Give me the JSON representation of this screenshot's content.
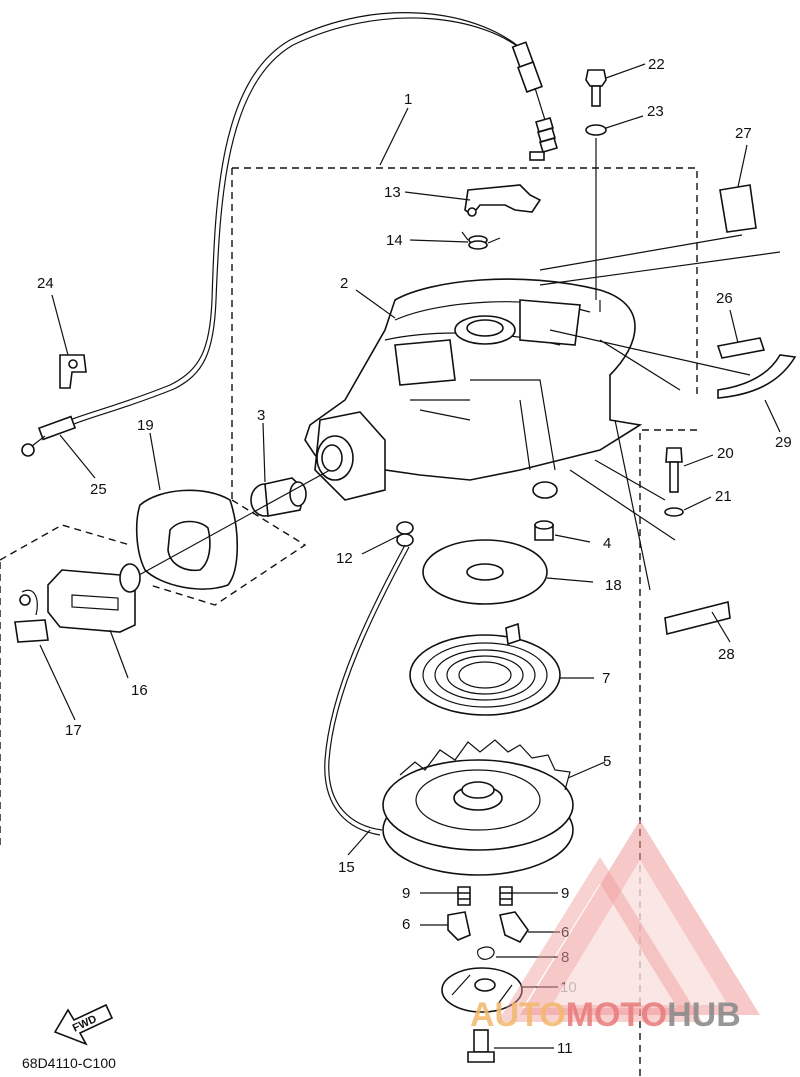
{
  "diagram": {
    "drawing_code": "68D4110-C100",
    "fwd_label": "FWD",
    "callouts": [
      "1",
      "2",
      "3",
      "4",
      "5",
      "6",
      "6",
      "7",
      "8",
      "9",
      "9",
      "10",
      "11",
      "12",
      "13",
      "14",
      "15",
      "16",
      "17",
      "18",
      "19",
      "20",
      "21",
      "22",
      "23",
      "24",
      "25",
      "26",
      "27",
      "28",
      "29"
    ]
  },
  "watermark": {
    "part1": "AUTO",
    "part2": "MOTO",
    "part3": "HUB",
    "colors": {
      "orange": "#f3b86b",
      "red": "#e87a7a",
      "grey": "#8c8c8c"
    }
  }
}
